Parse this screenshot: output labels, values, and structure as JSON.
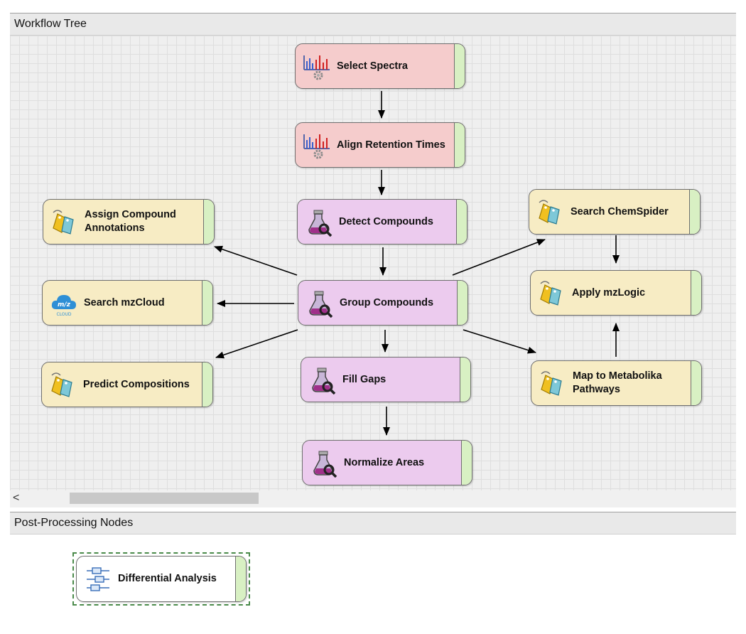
{
  "panels": {
    "workflow_tree_title": "Workflow Tree",
    "post_processing_title": "Post-Processing Nodes"
  },
  "workflow_nodes": {
    "select_spectra": "Select Spectra",
    "align_retention_times": "Align Retention Times",
    "detect_compounds": "Detect Compounds",
    "group_compounds": "Group Compounds",
    "fill_gaps": "Fill Gaps",
    "normalize_areas": "Normalize Areas",
    "assign_compound_annotations": "Assign Compound Annotations",
    "search_mzcloud": "Search mzCloud",
    "predict_compositions": "Predict Compositions",
    "search_chemspider": "Search ChemSpider",
    "apply_mzlogic": "Apply mzLogic",
    "map_to_metabolika_pathways": "Map to Metabolika Pathways"
  },
  "post_processing_nodes": {
    "differential_analysis": "Differential Analysis"
  },
  "scrollbar": {
    "left_arrow": "<"
  },
  "icons": {
    "spectra": "spectra-gear-icon",
    "flask": "flask-magnifier-icon",
    "tags": "tags-icon",
    "mzcloud": "mzcloud-logo-icon",
    "boxplot": "boxplot-icon"
  },
  "colors": {
    "spectra_node": "#f5cccc",
    "compound_node": "#eccbee",
    "annotation_node": "#f7ecc4",
    "node_tab": "#d8f0c3"
  }
}
